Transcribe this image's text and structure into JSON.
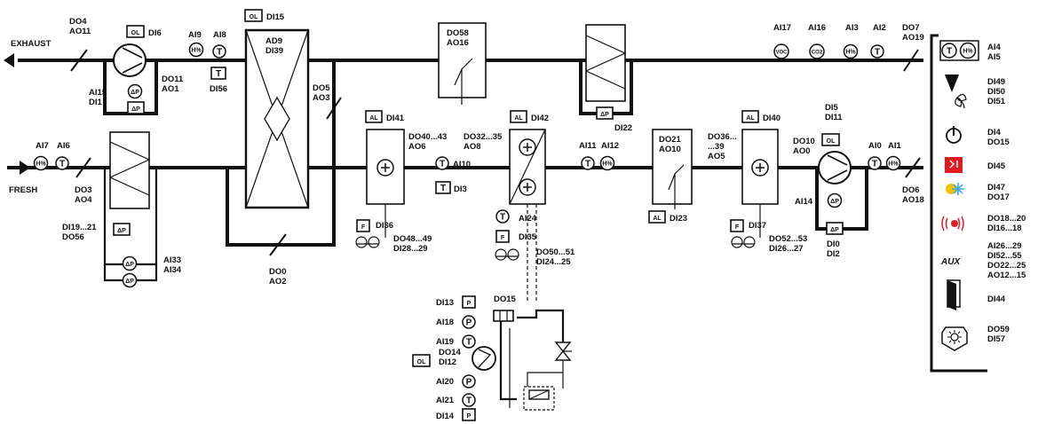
{
  "ducts": {
    "exhaust": "EXHAUST",
    "fresh": "FRESH"
  },
  "symbols": {
    "ol": "OL",
    "t": "T",
    "dp": "ΔP",
    "al": "AL",
    "f": "F",
    "p": "P",
    "rh": "H%",
    "voc": "VOC",
    "co2": "CO2",
    "aux": "AUX"
  },
  "exhaust_line": {
    "do4_ao11": "DO4\nAO11",
    "di6": "DI6",
    "do11_ao1": "DO11\nAO1",
    "ai15_di1": "AI15\nDI1",
    "ai9": "AI9",
    "ai8": "AI8",
    "di56": "DI56",
    "do58_ao16": "DO58\nAO16",
    "di22": "DI22",
    "ai17": "AI17",
    "ai16": "AI16",
    "ai3": "AI3",
    "ai2": "AI2",
    "do7_ao19": "DO7\nAO19"
  },
  "recovery": {
    "di15": "DI15",
    "ad9_di39": "AD9\nDI39",
    "do5_ao3": "DO5\nAO3",
    "do0_ao2": "DO0\nAO2"
  },
  "fresh_line": {
    "ai7": "AI7",
    "ai6": "AI6",
    "do3_ao4": "DO3\nAO4",
    "di19_do56": "DI19...21\nDO56",
    "ai33_ai34": "AI33\nAI34",
    "di41": "DI41",
    "do40_ao6": "DO40...43\nAO6",
    "di36": "DI36",
    "do48_di28": "DO48...49\nDI28...29",
    "ai10": "AI10",
    "di3": "DI3",
    "di42": "DI42",
    "do32_ao8": "DO32...35\nAO8",
    "ai24": "AI24",
    "di35": "DI35",
    "do50_di24": "DO50...51\nDI24...25",
    "ai11": "AI11",
    "ai12": "AI12",
    "do21_ao10": "DO21\nAO10",
    "di23": "DI23",
    "do36_ao5": "DO36...\n...39\nAO5",
    "di40": "DI40",
    "di37": "DI37",
    "do52_di26": "DO52...53\nDI26...27",
    "di5_do11": "DI5\nDI11",
    "do10_ao0": "DO10\nAO0",
    "ai14": "AI14",
    "di0_di2": "DI0\nDI2",
    "ai0": "AI0",
    "ai1": "AI1",
    "do6_ao18": "DO6\nAO18"
  },
  "compressor": {
    "di13": "DI13",
    "do15": "DO15",
    "ai18": "AI18",
    "ai19": "AI19",
    "do14_di12": "DO14\nDI12",
    "ai20": "AI20",
    "ai21": "AI21",
    "di14": "DI14"
  },
  "legend": [
    {
      "icon": "th-icon",
      "text": "AI4\nAI5"
    },
    {
      "icon": "fire-fan-icon",
      "text": "DI49\nDI50\nDI51"
    },
    {
      "icon": "power-icon",
      "text": "DI4\nDO15"
    },
    {
      "icon": "fire-alarm-icon",
      "text": "DI45"
    },
    {
      "icon": "frost-heat-icon",
      "text": "DI47\nDO17"
    },
    {
      "icon": "alarm-signal-icon",
      "text": "DO18...20\nDI16...18"
    },
    {
      "icon": "aux-icon",
      "text": "AI26...29\nDI52...55\nDO22...25\nAO12...15"
    },
    {
      "icon": "door-icon",
      "text": "DI44"
    },
    {
      "icon": "sun-icon",
      "text": "DO59\nDI57"
    }
  ],
  "colors": {
    "line": "#111111",
    "alarm_red": "#e11b22",
    "frost_yellow": "#f2c200",
    "frost_blue": "#4aa7e0"
  }
}
